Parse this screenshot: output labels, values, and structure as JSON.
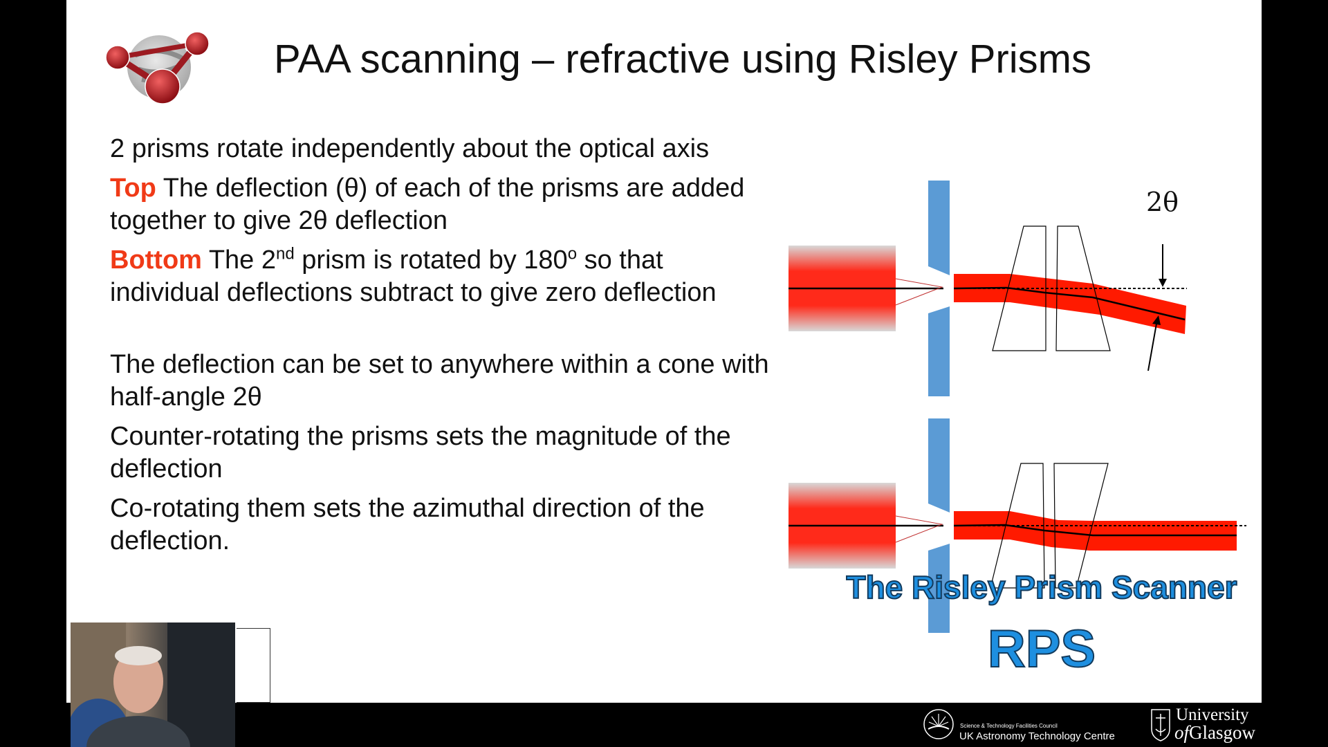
{
  "slide": {
    "title": "PAA scanning – refractive using Risley Prisms",
    "paragraphs": [
      {
        "text": "2 prisms rotate independently about the optical axis"
      },
      {
        "highlight": "Top",
        "text": " The deflection (θ) of each of the prisms are added together to give 2θ deflection"
      },
      {
        "highlight": "Bottom",
        "pre": " The 2",
        "sup": "nd",
        "mid": " prism is rotated by 180",
        "sup2": "o",
        "post": " so that individual deflections subtract to give zero deflection"
      },
      {
        "text": "The deflection can be set to anywhere within a cone with half-angle 2θ"
      },
      {
        "text": "Counter-rotating the prisms sets the magnitude of the deflection"
      },
      {
        "text": "Co-rotating them sets the azimuthal direction of the deflection."
      }
    ],
    "diagram": {
      "angle_label": "2θ",
      "beam_color": "#ff1a00",
      "mount_color": "#5b9bd5"
    },
    "rps_subtitle": "The Risley Prism Scanner",
    "rps_title": "RPS",
    "colors": {
      "highlight": "#f03a17",
      "rps": "#1e8fe0"
    }
  },
  "footer": {
    "stfc_small": "Science & Technology Facilities Council",
    "stfc_main": "UK Astronomy Technology Centre",
    "glasgow_line1": "University",
    "glasgow_line2_of": "of",
    "glasgow_line2": "Glasgow"
  }
}
